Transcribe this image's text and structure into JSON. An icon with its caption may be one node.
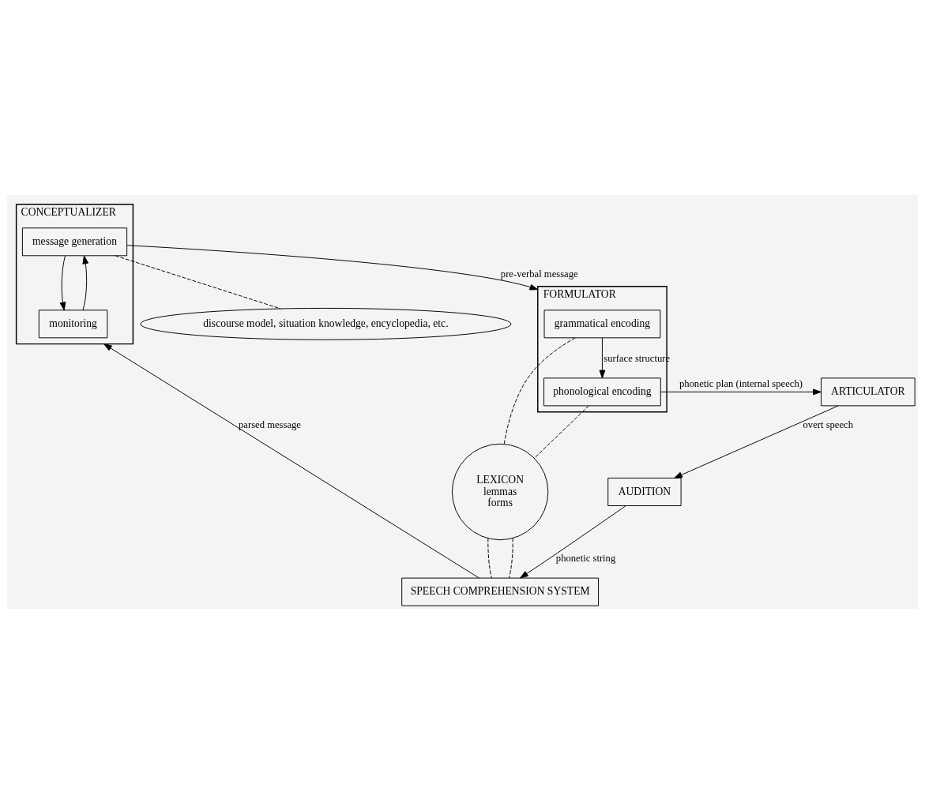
{
  "diagram": {
    "nodes": [
      {
        "text": [
          "CONCEPTUALIZER"
        ]
      },
      {
        "text": [
          "message generation"
        ],
        "in": 0
      },
      {
        "text": [
          "monitoring"
        ],
        "in": 0
      },
      {
        "text": [
          "discourse model, situation knowledge, encyclopedia, etc."
        ]
      },
      {
        "text": [
          "FORMULATOR"
        ]
      },
      {
        "text": [
          "grammatical encoding"
        ],
        "in": 4
      },
      {
        "text": [
          "phonological encoding"
        ],
        "in": 4
      },
      {
        "text": [
          "LEXICON",
          "lemmas",
          "forms"
        ]
      },
      {
        "text": [
          "SPEECH COMPREHENSION SYSTEM"
        ]
      },
      {
        "text": [
          "ARTICULATOR"
        ]
      },
      {
        "text": [
          "AUDITION"
        ]
      }
    ],
    "edges": [
      {
        "from": 1,
        "to": 2,
        "arrow": "to"
      },
      {
        "from": 2,
        "to": 1,
        "arrow": "to"
      },
      {
        "from": 1,
        "to": 3,
        "arrow": "none",
        "style": "dashed"
      },
      {
        "from": 1,
        "to": 5,
        "arrow": "to",
        "label": "pre-verbal message"
      },
      {
        "from": 5,
        "to": 6,
        "arrow": "to",
        "label": "surface structure"
      },
      {
        "from": 5,
        "to": 7,
        "arrow": "none",
        "style": "dashed"
      },
      {
        "from": 6,
        "to": 7,
        "arrow": "none",
        "style": "dashed"
      },
      {
        "from": 7,
        "to": 8,
        "arrow": "none",
        "style": "dashed"
      },
      {
        "from": 7,
        "to": 8,
        "arrow": "none",
        "style": "dashed"
      },
      {
        "from": 6,
        "to": 9,
        "arrow": "to",
        "label": "phonetic plan (internal speech)"
      },
      {
        "from": 9,
        "to": 10,
        "arrow": "to",
        "label": "overt speech"
      },
      {
        "from": 10,
        "to": 8,
        "arrow": "to",
        "label": "phonetic string"
      },
      {
        "from": 8,
        "to": 2,
        "arrow": "to",
        "label": "parsed message"
      }
    ]
  }
}
